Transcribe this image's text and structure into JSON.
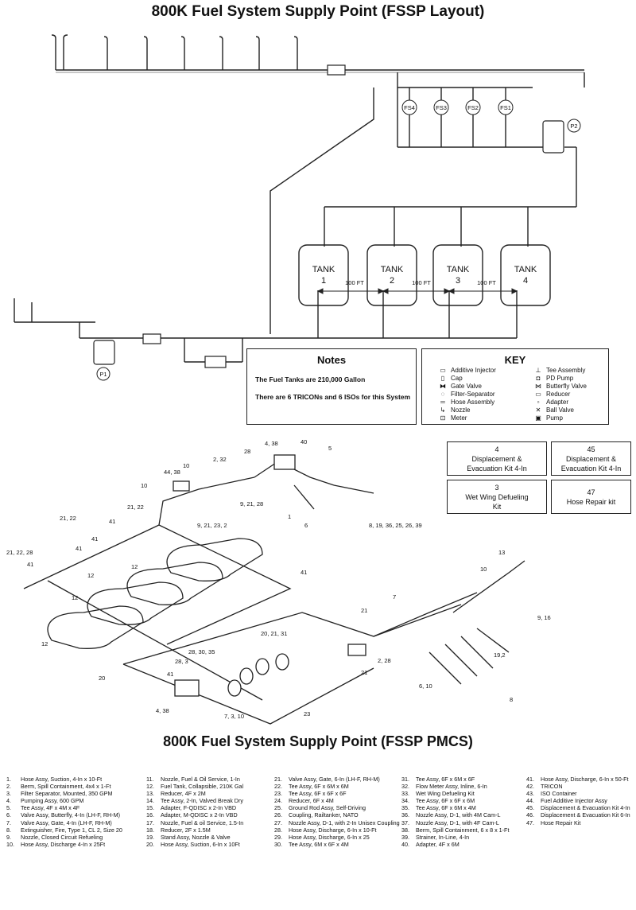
{
  "titles": {
    "layout": "800K Fuel System Supply Point (FSSP Layout)",
    "pmcs": "800K Fuel System Supply Point (FSSP PMCS)"
  },
  "layout": {
    "fs_labels": [
      "FS4",
      "FS3",
      "FS2",
      "FS1"
    ],
    "pump_labels": [
      "P2",
      "P1"
    ],
    "tanks": [
      {
        "name": "TANK",
        "num": "1"
      },
      {
        "name": "TANK",
        "num": "2"
      },
      {
        "name": "TANK",
        "num": "3"
      },
      {
        "name": "TANK",
        "num": "4"
      }
    ],
    "distance_label": "100 FT"
  },
  "notes": {
    "title": "Notes",
    "line1": "The Fuel Tanks are 210,000 Gallon",
    "line2": "There are 6 TRICONs and 6 ISOs for this System"
  },
  "key": {
    "title": "KEY",
    "left": [
      "Additive Injector",
      "Cap",
      "Gate Valve",
      "Filter-Separator",
      "Hose Assembly",
      "Nozzle",
      "Meter"
    ],
    "right": [
      "Tee Assembly",
      "PD Pump",
      "Butterfly Valve",
      "Reducer",
      "Adapter",
      "Ball Valve",
      "Pump"
    ]
  },
  "kits": [
    {
      "num": "4",
      "l1": "Displacement &",
      "l2": "Evacuation Kit 4-In"
    },
    {
      "num": "45",
      "l1": "Displacement &",
      "l2": "Evacuation Kit 4-In"
    },
    {
      "num": "3",
      "l1": "Wet Wing Defueling",
      "l2": "Kit"
    },
    {
      "num": "47",
      "l1": "Hose Repair kit",
      "l2": ""
    }
  ],
  "callouts": [
    "4, 38",
    "40",
    "5",
    "28",
    "2, 32",
    "44, 38",
    "10",
    "10",
    "9, 21, 28",
    "21, 22",
    "9, 21, 23, 2",
    "1",
    "6",
    "8, 19, 36, 25, 26, 39",
    "21, 22",
    "41",
    "41",
    "41",
    "21, 22, 28",
    "41",
    "12",
    "12",
    "12",
    "12",
    "41",
    "13",
    "10",
    "7",
    "9, 16",
    "21",
    "20, 21, 31",
    "28, 30, 35",
    "28, 3",
    "41",
    "2, 28",
    "21",
    "19,2",
    "20",
    "4, 38",
    "7, 3, 10",
    "23",
    "6, 10",
    "8"
  ],
  "pmcs": [
    [
      {
        "n": "1.",
        "t": "Hose Assy, Suction, 4-In x 10-Ft"
      },
      {
        "n": "2.",
        "t": "Berm, Spill Containment, 4x4 x 1-Ft"
      },
      {
        "n": "3.",
        "t": "Filter Separator, Mounted, 350 GPM"
      },
      {
        "n": "4.",
        "t": "Pumping Assy, 600 GPM"
      },
      {
        "n": "5.",
        "t": "Tee Assy, 4F x 4M x 4F"
      },
      {
        "n": "6.",
        "t": "Valve Assy, Butterfly, 4-In (LH-F, RH-M)"
      },
      {
        "n": "7.",
        "t": "Valve Assy, Gate, 4-In (LH-F, RH-M)"
      },
      {
        "n": "8.",
        "t": "Extinguisher, Fire, Type 1, CL 2, Size 20"
      },
      {
        "n": "9.",
        "t": "Nozzle, Closed Circuit Refueling"
      },
      {
        "n": "10.",
        "t": "Hose Assy, Discharge 4-In x 25Ft"
      }
    ],
    [
      {
        "n": "11.",
        "t": "Nozzle, Fuel & Oil Service, 1-In"
      },
      {
        "n": "12.",
        "t": "Fuel Tank, Collapsible, 210K Gal"
      },
      {
        "n": "13.",
        "t": "Reducer, 4F x 2M"
      },
      {
        "n": "14.",
        "t": "Tee Assy, 2-In, Valved Break Dry"
      },
      {
        "n": "15.",
        "t": "Adapter, F-QDISC x 2-In VBD"
      },
      {
        "n": "16.",
        "t": "Adapter, M-QDISC x 2-In VBD"
      },
      {
        "n": "17.",
        "t": "Nozzle, Fuel & oil Service, 1.5-In"
      },
      {
        "n": "18.",
        "t": "Reducer, 2F x 1.5M"
      },
      {
        "n": "19.",
        "t": "Stand Assy, Nozzle & Valve"
      },
      {
        "n": "20.",
        "t": "Hose Assy, Suction, 6-In x 10Ft"
      }
    ],
    [
      {
        "n": "21.",
        "t": "Valve Assy, Gate, 6-In (LH-F, RH-M)"
      },
      {
        "n": "22.",
        "t": "Tee Assy, 6F x 6M x 6M"
      },
      {
        "n": "23.",
        "t": "Tee Assy, 6F x 6F x 6F"
      },
      {
        "n": "24.",
        "t": "Reducer, 6F x 4M"
      },
      {
        "n": "25.",
        "t": "Ground Rod Assy, Self-Driving"
      },
      {
        "n": "26.",
        "t": "Coupling, Railtanker, NATO"
      },
      {
        "n": "27.",
        "t": "Nozzle Assy, D-1, with 2-In Unisex Coupling"
      },
      {
        "n": "28.",
        "t": "Hose Assy, Discharge, 6-In x 10-Ft"
      },
      {
        "n": "29.",
        "t": "Hose Assy, Discharge, 6-In x 25"
      },
      {
        "n": "30.",
        "t": "Tee Assy, 6M x 6F x 4M"
      }
    ],
    [
      {
        "n": "31.",
        "t": "Tee Assy, 6F x 6M x 6F"
      },
      {
        "n": "32.",
        "t": "Flow Meter Assy, Inline, 6-In"
      },
      {
        "n": "33.",
        "t": "Wet Wing Defueling Kit"
      },
      {
        "n": "34.",
        "t": "Tee Assy, 6F x 6F x 6M"
      },
      {
        "n": "35.",
        "t": "Tee Assy, 6F x 6M x 4M"
      },
      {
        "n": "36.",
        "t": "Nozzle Assy, D-1, with 4M Cam-L"
      },
      {
        "n": "37.",
        "t": "Nozzle Assy, D-1, with 4F Cam-L"
      },
      {
        "n": "38.",
        "t": "Berm, Spill Containment, 6 x 8 x 1-Ft"
      },
      {
        "n": "39.",
        "t": "Strainer, In-Line, 4-In"
      },
      {
        "n": "40.",
        "t": "Adapter, 4F x 6M"
      }
    ],
    [
      {
        "n": "41.",
        "t": "Hose Assy, Discharge, 6-In x 50-Ft"
      },
      {
        "n": "42.",
        "t": "TRICON"
      },
      {
        "n": "43.",
        "t": "ISO Container"
      },
      {
        "n": "44.",
        "t": "Fuel Additive Injector Assy"
      },
      {
        "n": "45.",
        "t": "Displacement & Evacuation Kit 4-In"
      },
      {
        "n": "46.",
        "t": "Displacement & Evacuation Kit 6-In"
      },
      {
        "n": "47.",
        "t": "Hose Repair Kit"
      }
    ]
  ]
}
